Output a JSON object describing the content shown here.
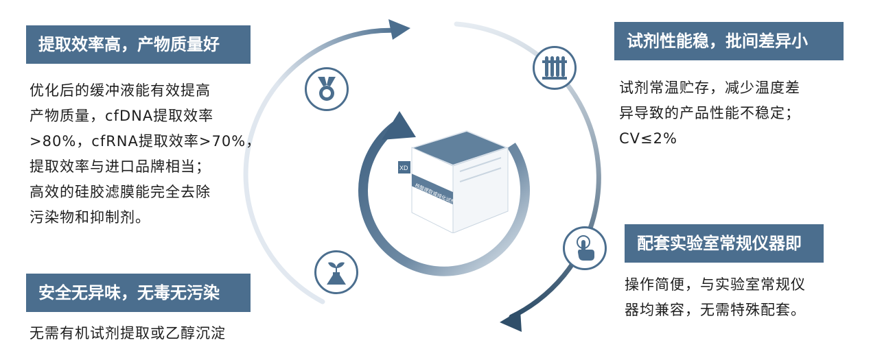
{
  "features": [
    {
      "title": "提取效率高，产物质量好",
      "lines": [
        "优化后的缓冲液能有效提高",
        "产物质量，cfDNA提取效率",
        ">80%，cfRNA提取效率>70%，",
        "提取效率与进口品牌相当；",
        "高效的硅胶滤膜能完全去除",
        "污染物和抑制剂。"
      ],
      "icon": "medal-icon"
    },
    {
      "title": "试剂性能稳，批间差异小",
      "lines": [
        "试剂常温贮存，减少温度差",
        "异导致的产品性能不稳定；",
        "CV≤2%"
      ],
      "icon": "test-tubes-icon"
    },
    {
      "title": "安全无异味，无毒无污染",
      "lines": [
        "无需有机试剂提取或乙醇沉淀"
      ],
      "icon": "flask-sprout-icon"
    },
    {
      "title": "配套实验室常规仪器即",
      "lines": [
        "操作简便，与实验室常规仪",
        "器均兼容，无需特殊配套。"
      ],
      "icon": "tap-hand-icon"
    }
  ],
  "product": {
    "box_label": "核酸提取或纯化试剂"
  },
  "colors": {
    "accent": "#4b6e8e",
    "accent_light": "#c9d5e0",
    "text": "#1d1d1d"
  }
}
